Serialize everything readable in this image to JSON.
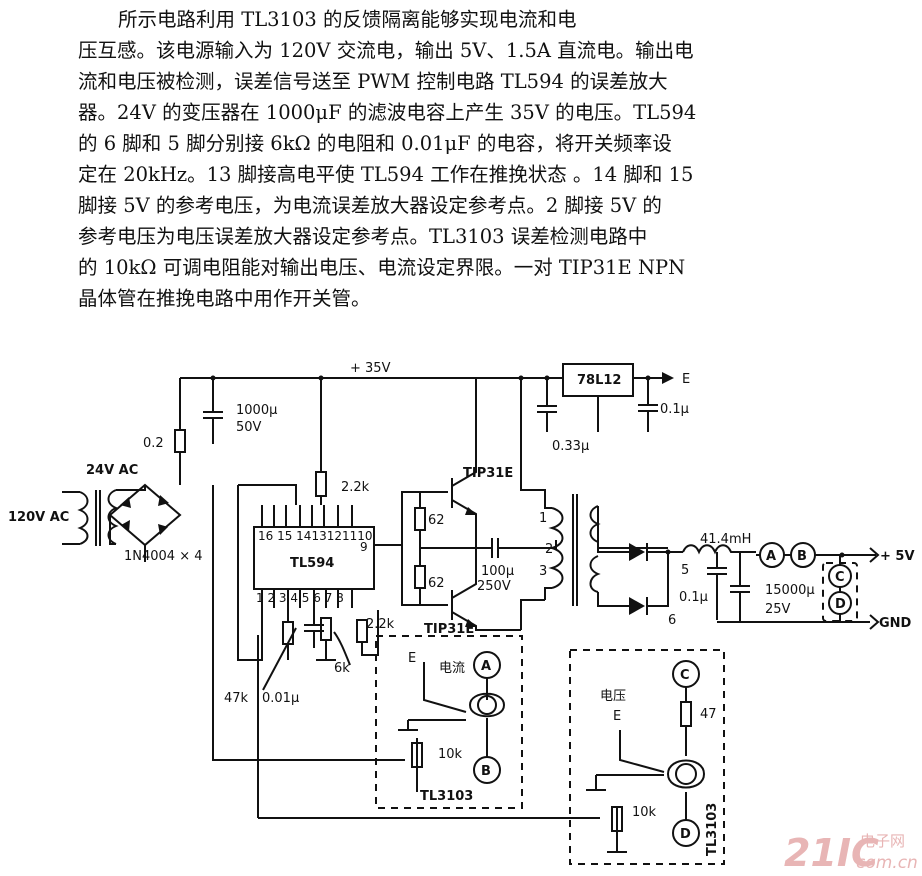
{
  "description": [
    "所示电路利用 TL3103 的反馈隔离能够实现电流和电",
    "压互感。该电源输入为 120V 交流电，输出 5V、1.5A 直流电。输出电",
    "流和电压被检测，误差信号送至 PWM 控制电路 TL594 的误差放大",
    "器。24V 的变压器在 1000μF 的滤波电容上产生 35V 的电压。TL594",
    "的 6 脚和 5 脚分别接 6kΩ 的电阻和 0.01μF 的电容，将开关频率设",
    "定在 20kHz。13 脚接高电平使 TL594 工作在推挽状态 。14 脚和 15",
    "脚接 5V 的参考电压，为电流误差放大器设定参考点。2 脚接 5V 的",
    "参考电压为电压误差放大器设定参考点。TL3103 误差检测电路中",
    "的 10kΩ 可调电阻能对输出电压、电流设定界限。一对 TIP31E NPN",
    "晶体管在推挽电路中用作开关管。"
  ],
  "schematic": {
    "supply_rail": "+ 35V",
    "regulator": "78L12",
    "reg_out": "E",
    "c_reg_in": "0.33μ",
    "c_reg_out": "0.1μ",
    "c_bulk": "1000μ",
    "c_bulk_v": "50V",
    "r_fuse": "0.2",
    "xfmr_sec": "24V AC",
    "ac_in": "120V AC",
    "bridge": "1N4004 × 4",
    "r_22k_top": "2.2k",
    "r_22k_bot": "2.2k",
    "q_top": "TIP31E",
    "q_bot": "TIP31E",
    "r62_top": "62",
    "r62_bot": "62",
    "c_coupling": "100μ",
    "c_coupling_v": "250V",
    "ic": "TL594",
    "ic_pins_top": "16 15 1413121110",
    "ic_pin_9": "9",
    "ic_pins_bot": "1  2  3  4  5  6  7  8",
    "r_47k": "47k",
    "c_001": "0.01μ",
    "r_6k": "6k",
    "tap_1": "1",
    "tap_2": "2",
    "tap_3": "3",
    "node_5": "5",
    "node_6": "6",
    "inductor": "41.4mH",
    "c_filt": "0.1μ",
    "c_out": "15000μ",
    "c_out_v": "25V",
    "out_pos": "+ 5V",
    "gnd": "GND",
    "pt_a": "A",
    "pt_b": "B",
    "pt_c": "C",
    "pt_d": "D",
    "cur_label": "电流",
    "cur_e": "E",
    "cur_r": "10k",
    "cur_ic": "TL3103",
    "volt_label": "电压",
    "volt_e": "E",
    "volt_r47": "47",
    "volt_r": "10k",
    "volt_ic": "TL3103"
  },
  "watermark": {
    "number": "21IC",
    "tag": "电子网",
    "url": "com.cn"
  }
}
